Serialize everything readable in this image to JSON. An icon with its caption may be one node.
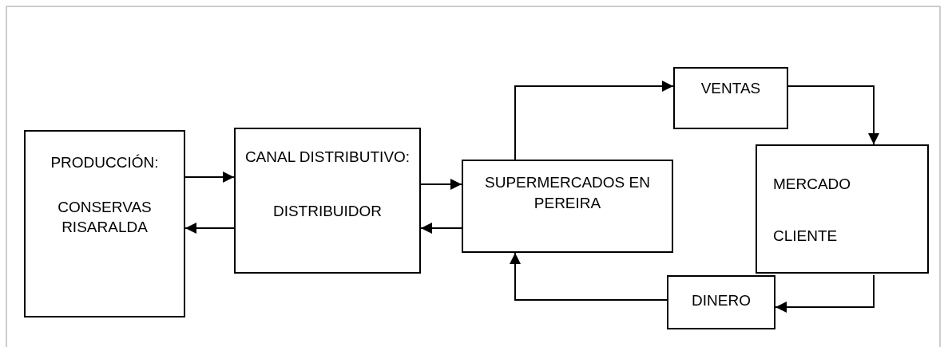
{
  "diagram": {
    "nodes": [
      {
        "text": [
          "PRODUCCIÓN:",
          "CONSERVAS RISARALDA"
        ]
      },
      {
        "text": [
          "CANAL DISTRIBUTIVO:",
          "DISTRIBUIDOR"
        ]
      },
      {
        "text": [
          "SUPERMERCADOS EN PEREIRA"
        ]
      },
      {
        "text": [
          "VENTAS"
        ]
      },
      {
        "text": [
          "MERCADO CLIENTE"
        ]
      },
      {
        "text": [
          "DINERO"
        ]
      }
    ],
    "edges": [
      {
        "from": 0,
        "to": 1,
        "arrow": "to"
      },
      {
        "from": 1,
        "to": 0,
        "arrow": "to"
      },
      {
        "from": 1,
        "to": 2,
        "arrow": "to"
      },
      {
        "from": 2,
        "to": 1,
        "arrow": "to"
      },
      {
        "from": 2,
        "to": 3,
        "arrow": "to"
      },
      {
        "from": 3,
        "to": 4,
        "arrow": "to"
      },
      {
        "from": 4,
        "to": 5,
        "arrow": "to"
      },
      {
        "from": 5,
        "to": 2,
        "arrow": "to"
      }
    ]
  }
}
